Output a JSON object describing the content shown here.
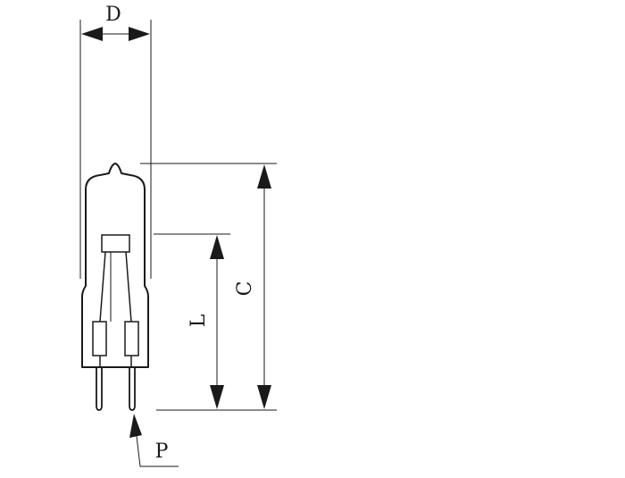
{
  "dimensions": {
    "diameter_label": "D",
    "overall_length_label": "C",
    "light_center_label": "L",
    "pin_label": "P"
  },
  "colors": {
    "stroke": "#1a1a1a",
    "background": "#ffffff"
  }
}
